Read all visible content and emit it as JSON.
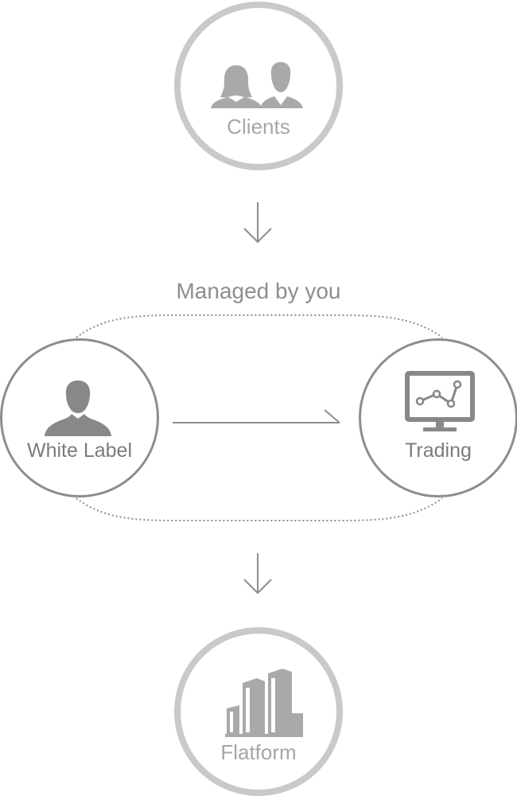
{
  "nodes": {
    "clients": {
      "label": "Clients",
      "icon": "clients-icon"
    },
    "white_label": {
      "label": "White Label",
      "icon": "person-icon"
    },
    "trading": {
      "label": "Trading",
      "icon": "trading-monitor-icon"
    },
    "platform": {
      "label": "Flatform",
      "icon": "buildings-icon"
    }
  },
  "group": {
    "label": "Managed by you"
  },
  "colors": {
    "outer_ring": "#c9c9c9",
    "inner_ring": "#8d8d8d",
    "icon_light": "#a9a9a9",
    "icon_dark": "#888888"
  }
}
